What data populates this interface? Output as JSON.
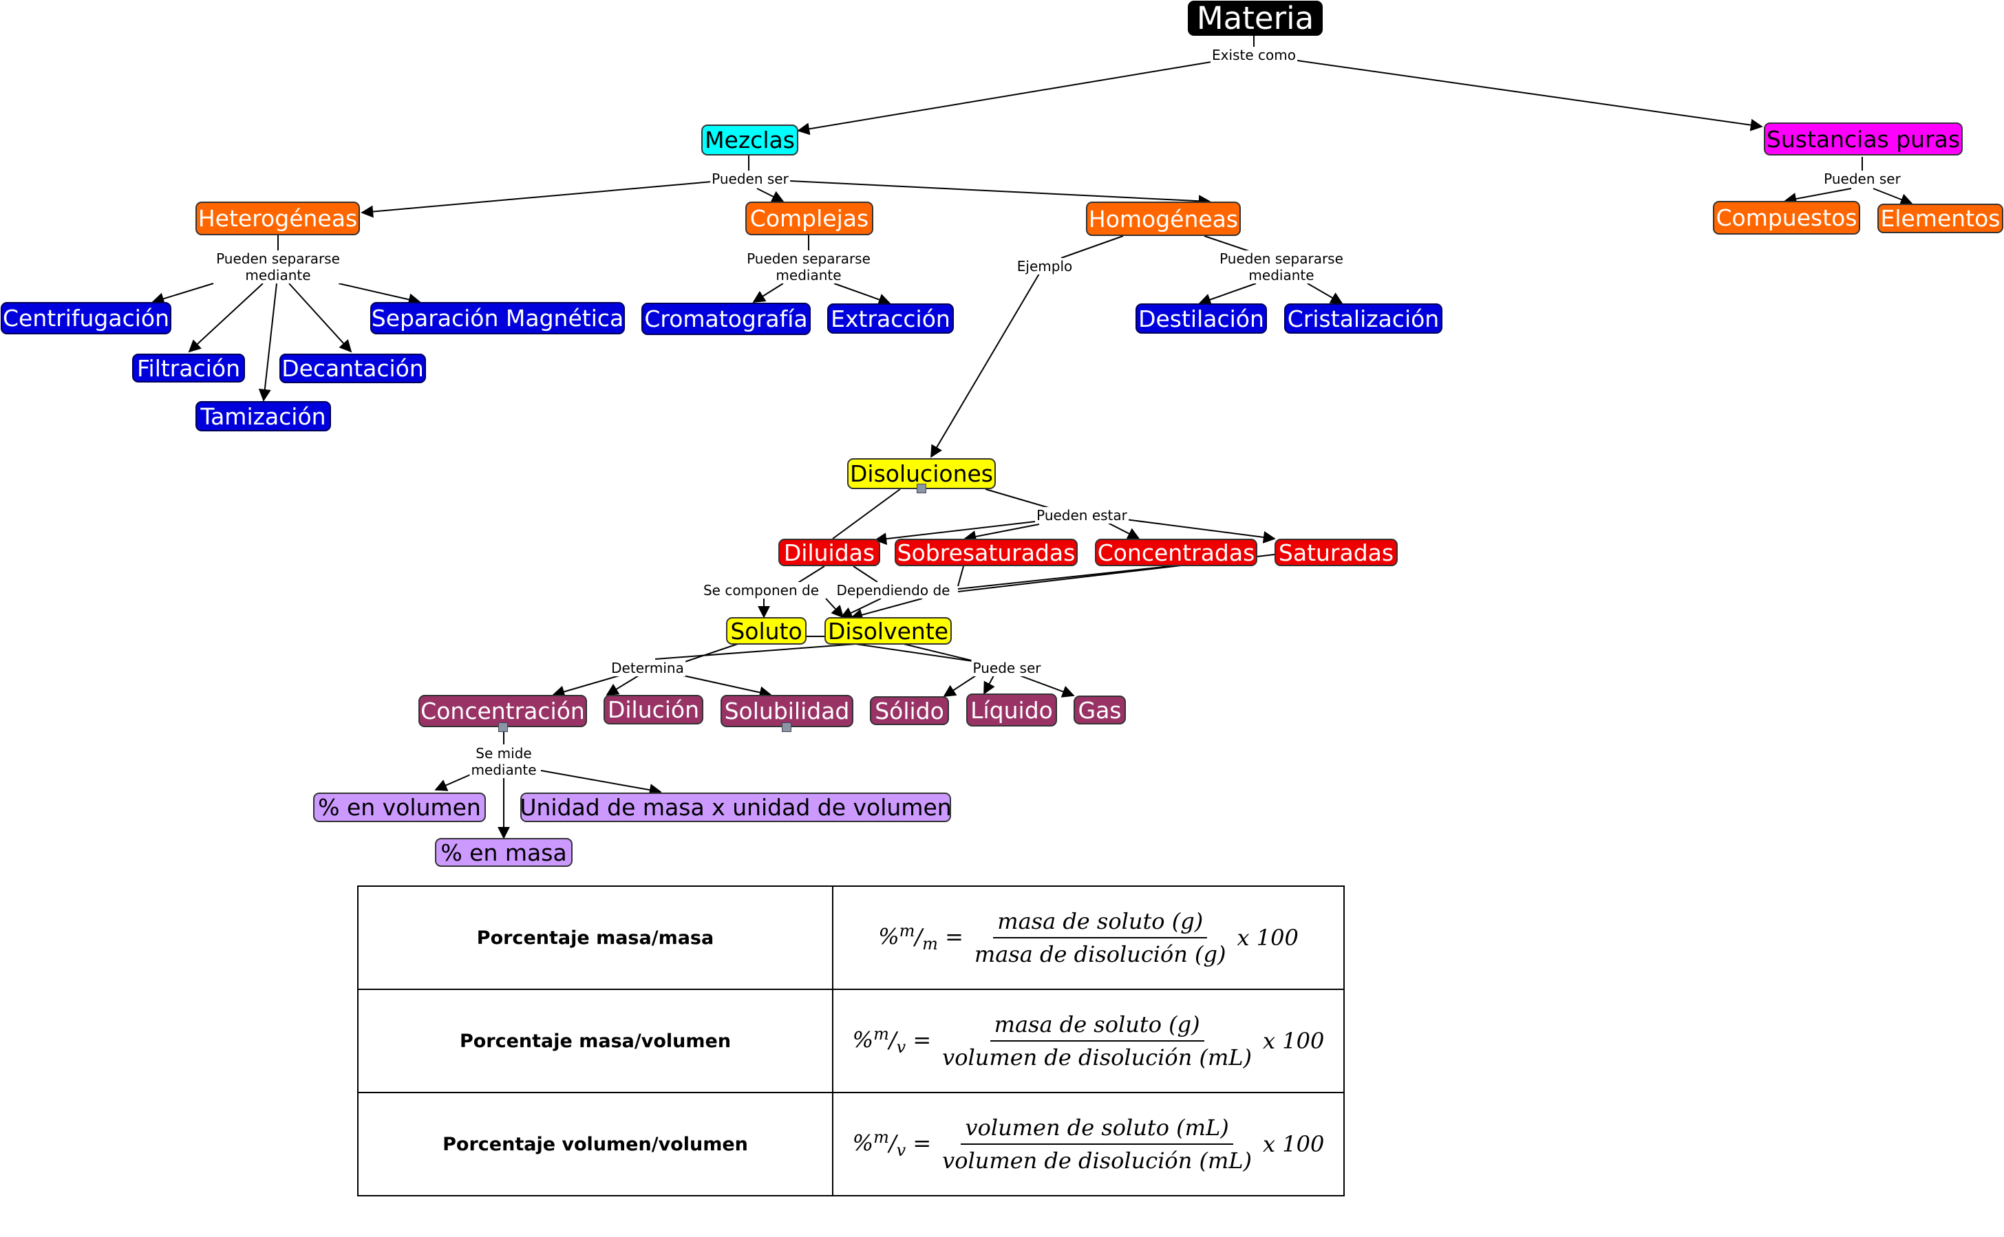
{
  "nodes": {
    "materia": "Materia",
    "mezclas": "Mezclas",
    "sustancias_puras": "Sustancias puras",
    "heterogeneas": "Heterogéneas",
    "complejas": "Complejas",
    "homogeneas": "Homogéneas",
    "compuestos": "Compuestos",
    "elementos": "Elementos",
    "centrifugacion": "Centrifugación",
    "separacion_magnetica": "Separación Magnética",
    "filtracion": "Filtración",
    "decantacion": "Decantación",
    "tamizacion": "Tamización",
    "cromatografia": "Cromatografía",
    "extraccion": "Extracción",
    "destilacion": "Destilación",
    "cristalizacion": "Cristalización",
    "disoluciones": "Disoluciones",
    "diluidas": "Diluidas",
    "sobresaturadas": "Sobresaturadas",
    "concentradas": "Concentradas",
    "saturadas": "Saturadas",
    "soluto": "Soluto",
    "disolvente": "Disolvente",
    "concentracion": "Concentración",
    "dilucion": "Dilución",
    "solubilidad": "Solubilidad",
    "solido": "Sólido",
    "liquido": "Líquido",
    "gas": "Gas",
    "pct_volumen": "% en volumen",
    "unidad_masa_volumen": "Unidad de masa x unidad de volumen",
    "pct_masa": "% en masa"
  },
  "link_labels": {
    "existe_como": "Existe como",
    "pueden_ser_mezclas": "Pueden ser",
    "pueden_ser_sustancias": "Pueden ser",
    "pueden_separarse_het": "Pueden separarse\nmediante",
    "pueden_separarse_comp": "Pueden separarse\nmediante",
    "pueden_separarse_hom": "Pueden separarse\nmediante",
    "ejemplo": "Ejemplo",
    "pueden_estar": "Pueden estar",
    "se_componen_de": "Se componen de",
    "dependiendo_de": "Dependiendo de",
    "determina": "Determina",
    "puede_ser": "Puede ser",
    "se_mide_mediante": "Se mide\nmediante"
  },
  "colors": {
    "materia": "#000000",
    "mezclas": "#00ffff",
    "sustancias_puras": "#ff00ff",
    "tipos_mezcla": "#ff6600",
    "metodos": "#0000dd",
    "disoluciones": "#ffff00",
    "estados_saturacion": "#ee0000",
    "propiedades": "#993366",
    "medidas": "#cc99ff"
  },
  "table": {
    "rows": [
      {
        "name": "Porcentaje masa/masa",
        "prefix_sup": "m",
        "prefix_sub": "m",
        "numerator": "masa de soluto (g)",
        "denominator": "masa de disolución (g)",
        "factor": "x 100"
      },
      {
        "name": "Porcentaje masa/volumen",
        "prefix_sup": "m",
        "prefix_sub": "v",
        "numerator": "masa de soluto (g)",
        "denominator": "volumen de disolución (mL)",
        "factor": "x 100"
      },
      {
        "name": "Porcentaje volumen/volumen",
        "prefix_sup": "m",
        "prefix_sub": "v",
        "numerator": "volumen de soluto (mL)",
        "denominator": "volumen de disolución (mL)",
        "factor": "x 100"
      }
    ]
  }
}
